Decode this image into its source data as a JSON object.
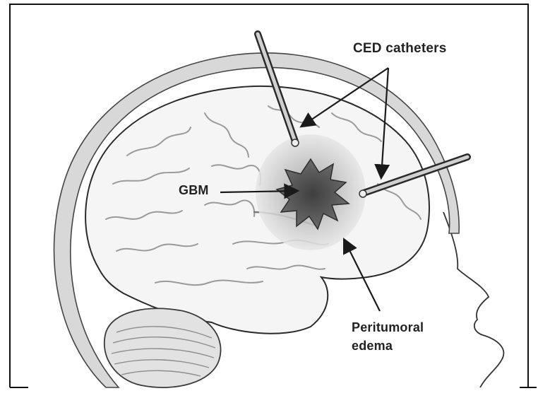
{
  "labels": {
    "catheters": "CED catheters",
    "tumor": "GBM",
    "edema_line1": "Peritumoral",
    "edema_line2": "edema"
  },
  "colors": {
    "outline": "#1a1a1a",
    "skull": "#d6d6d6",
    "brain": "#f4f4f4",
    "edema": "#c9c9c9",
    "tumor": "#555555"
  }
}
